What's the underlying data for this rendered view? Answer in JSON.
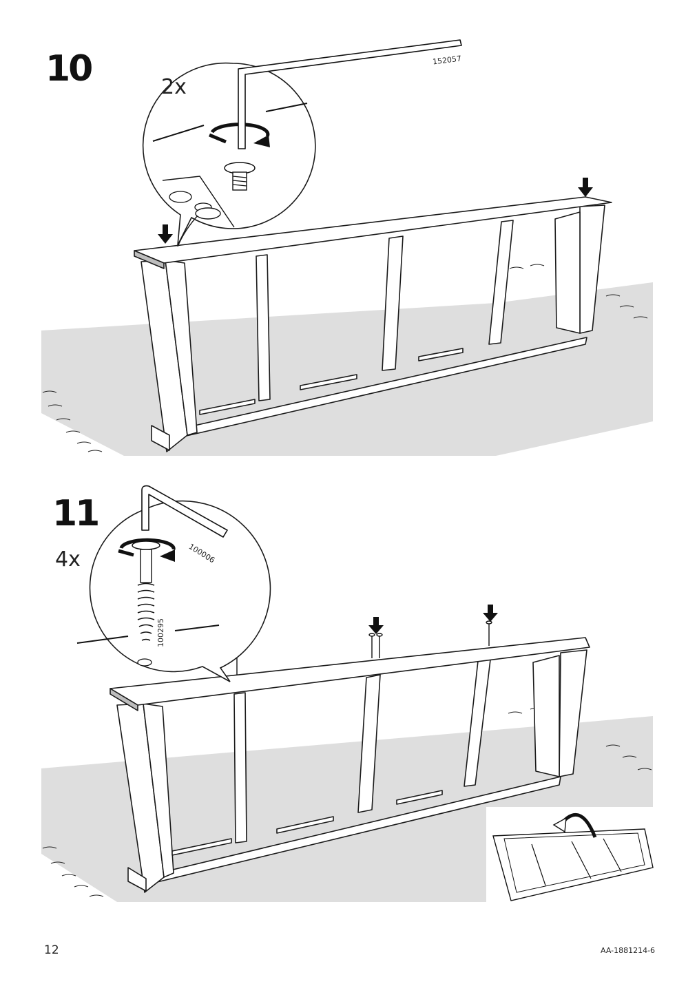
{
  "steps": [
    {
      "number": "10",
      "quantity": "2x",
      "tool_code": "152057"
    },
    {
      "number": "11",
      "quantity": "4x",
      "tool_code": "100006",
      "screw_code": "100295"
    }
  ],
  "footer": {
    "page_number": "12",
    "document_id": "AA-1881214-6"
  },
  "colors": {
    "floor": "#dedede",
    "line": "#1a1a1a",
    "wood": "#ffffff",
    "edge": "#cfcfcf"
  }
}
